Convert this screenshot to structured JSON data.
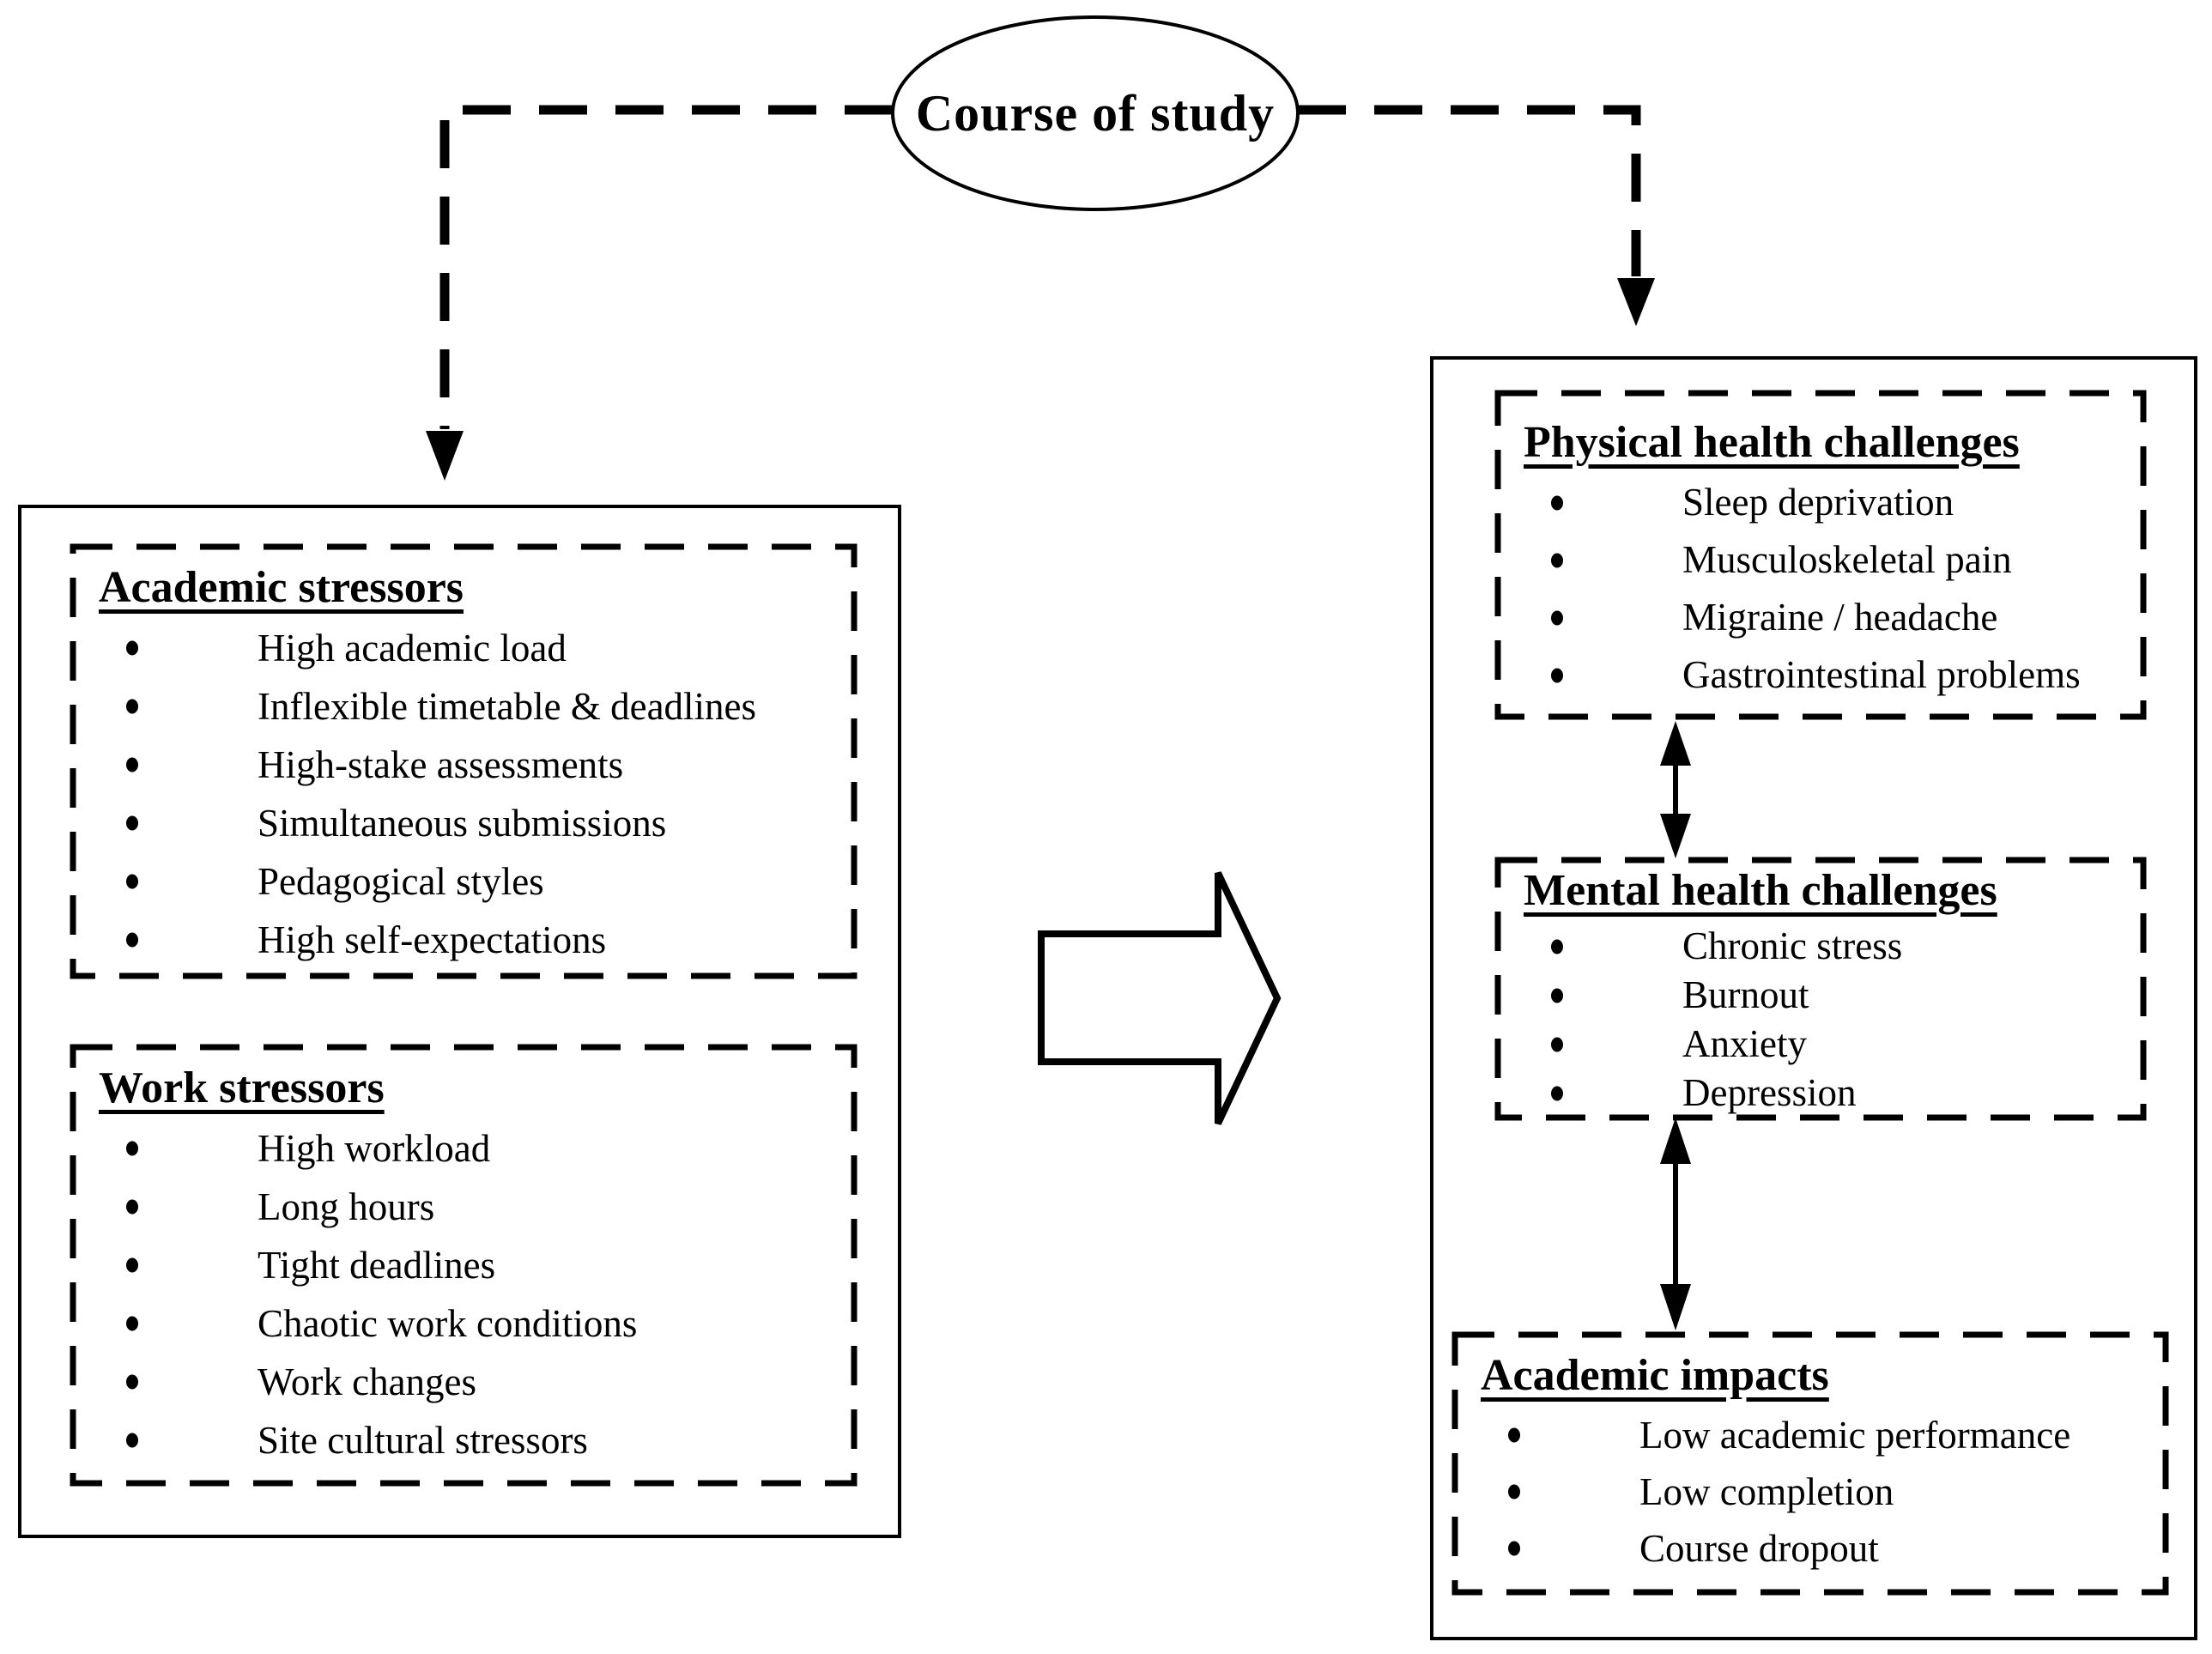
{
  "diagram": {
    "source_node": {
      "label": "Course of study"
    },
    "left_panel": {
      "academic_stressors": {
        "heading": "Academic stressors",
        "items": [
          "High academic load",
          "Inflexible timetable & deadlines",
          "High-stake assessments",
          "Simultaneous submissions",
          "Pedagogical styles",
          "High self-expectations"
        ]
      },
      "work_stressors": {
        "heading": "Work stressors",
        "items": [
          "High workload",
          "Long hours",
          "Tight deadlines",
          "Chaotic work conditions",
          "Work changes",
          "Site cultural stressors"
        ]
      }
    },
    "right_panel": {
      "physical_health": {
        "heading": "Physical health challenges",
        "items": [
          "Sleep deprivation",
          "Musculoskeletal pain",
          "Migraine / headache",
          "Gastrointestinal problems"
        ]
      },
      "mental_health": {
        "heading": "Mental health challenges",
        "items": [
          "Chronic stress",
          "Burnout",
          "Anxiety",
          "Depression"
        ]
      },
      "academic_impacts": {
        "heading": "Academic impacts",
        "items": [
          "Low academic performance",
          "Low completion",
          "Course dropout"
        ]
      }
    },
    "colors": {
      "ink": "#000000",
      "background": "#ffffff"
    }
  }
}
